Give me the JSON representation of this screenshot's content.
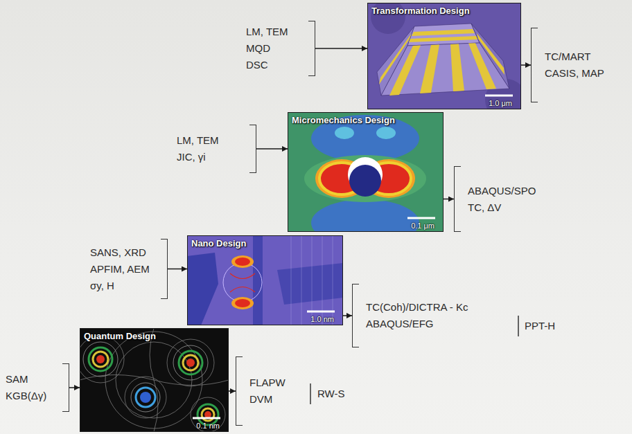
{
  "diagram": {
    "nodes": [
      {
        "text": [
          "LM, TEM",
          "MQD",
          "DSC"
        ]
      },
      {
        "text": [
          "Transformation Design",
          "1.0 μm"
        ]
      },
      {
        "text": [
          "TC/MART",
          "CASIS, MAP"
        ]
      },
      {
        "text": [
          "LM, TEM",
          "JIC, γi"
        ]
      },
      {
        "text": [
          "Micromechanics Design",
          "0.1 μm"
        ]
      },
      {
        "text": [
          "ABAQUS/SPO",
          "TC, ΔV"
        ]
      },
      {
        "text": [
          "SANS, XRD",
          "APFIM, AEM",
          "σy, H"
        ]
      },
      {
        "text": [
          "Nano Design",
          "1.0 nm"
        ]
      },
      {
        "text": [
          "TC(Coh)/DICTRA - Kc",
          "ABAQUS/EFG"
        ]
      },
      {
        "text": [
          "SAM",
          "KGB(Δγ)"
        ]
      },
      {
        "text": [
          "Quantum Design",
          "0.1 nm"
        ]
      },
      {
        "text": [
          "FLAPW",
          "DVM"
        ]
      }
    ],
    "edges": [
      {
        "from": 0,
        "to": 1,
        "arrow": "to"
      },
      {
        "from": 1,
        "to": 2,
        "arrow": "to"
      },
      {
        "from": 3,
        "to": 4,
        "arrow": "to"
      },
      {
        "from": 4,
        "to": 5,
        "arrow": "to"
      },
      {
        "from": 6,
        "to": 7,
        "arrow": "to"
      },
      {
        "from": 7,
        "to": 8,
        "arrow": "to"
      },
      {
        "from": 9,
        "to": 10,
        "arrow": "to"
      },
      {
        "from": 10,
        "to": 11,
        "arrow": "to"
      }
    ],
    "labels": [
      "PPT-H",
      "RW-S"
    ]
  }
}
